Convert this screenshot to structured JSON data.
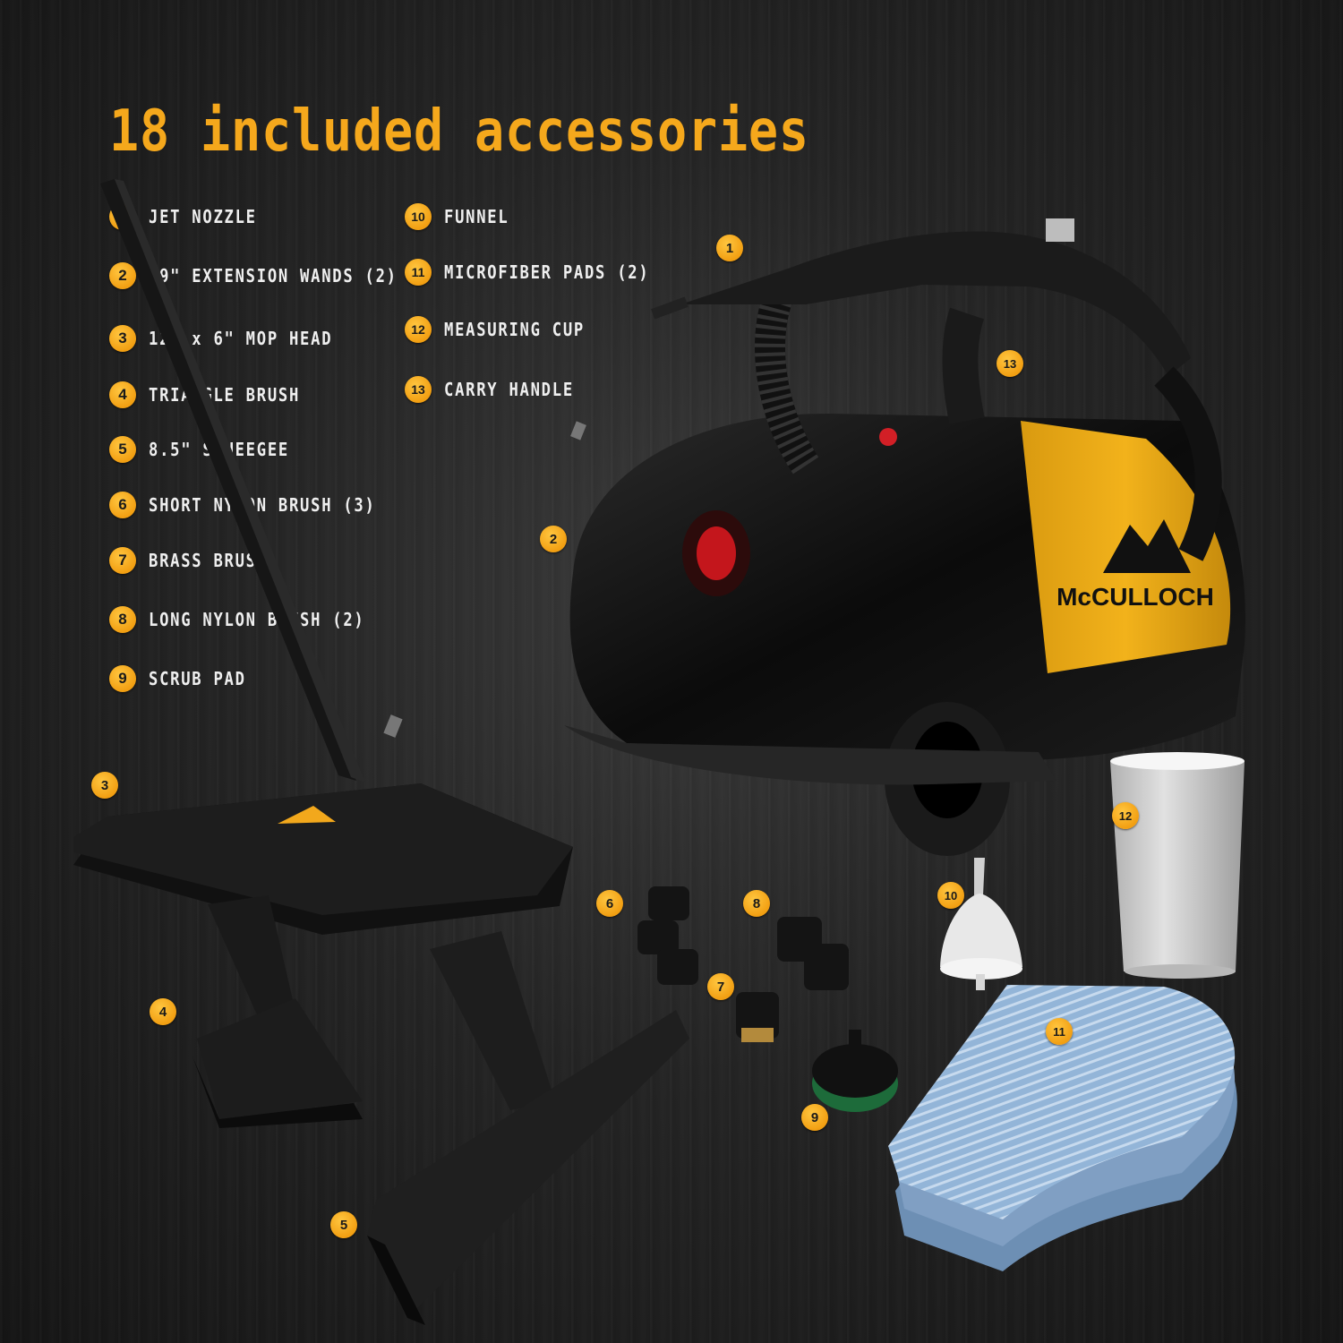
{
  "headline": "18 included accessories",
  "brand": "McCULLOCH",
  "accessories": [
    {
      "num": "1",
      "label": "JET NOZZLE"
    },
    {
      "num": "2",
      "label": "19\" EXTENSION WANDS (2)"
    },
    {
      "num": "3",
      "label": "12\" x 6\" MOP HEAD"
    },
    {
      "num": "4",
      "label": "TRIANGLE BRUSH"
    },
    {
      "num": "5",
      "label": "8.5\" SQUEEGEE"
    },
    {
      "num": "6",
      "label": "SHORT NYLON BRUSH (3)"
    },
    {
      "num": "7",
      "label": "BRASS BRUSH"
    },
    {
      "num": "8",
      "label": "LONG NYLON BRUSH (2)"
    },
    {
      "num": "9",
      "label": "SCRUB PAD"
    },
    {
      "num": "10",
      "label": "FUNNEL"
    },
    {
      "num": "11",
      "label": "MICROFIBER PADS (2)"
    },
    {
      "num": "12",
      "label": "MEASURING CUP"
    },
    {
      "num": "13",
      "label": "CARRY HANDLE"
    }
  ],
  "colors": {
    "accent": "#f5a81c",
    "brand_yellow": "#f2b21b",
    "body_black": "#0d0d0d",
    "background": "#242424",
    "pad_blue": "#8fb2d6"
  }
}
